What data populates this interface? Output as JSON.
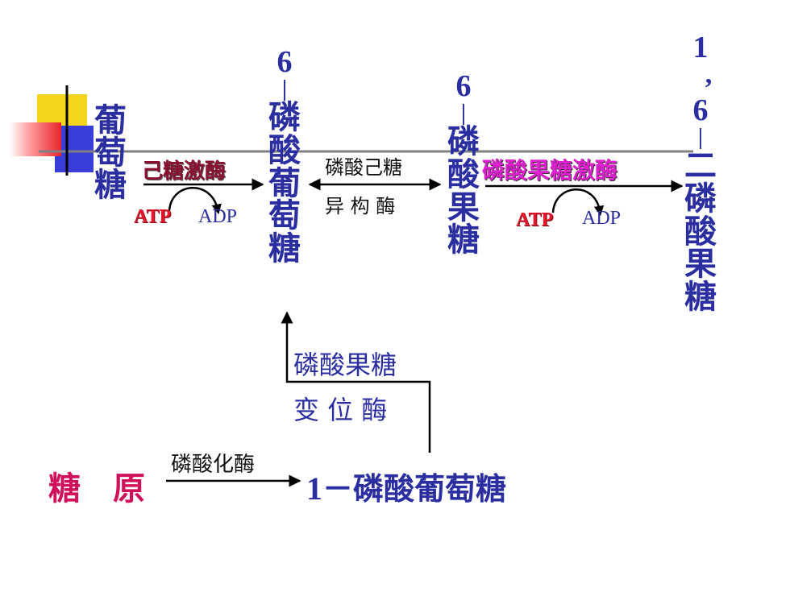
{
  "glucose": "葡萄糖",
  "g6p": {
    "num": "6",
    "dash": "-",
    "name": "磷酸葡萄糖"
  },
  "f6p": {
    "num": "6",
    "dash": "-",
    "name": "磷酸果糖"
  },
  "fbp": {
    "num1": "1",
    "comma": ",",
    "num2": "6",
    "dash": "-",
    "name": "二磷酸果糖"
  },
  "hexokinase": "己糖激酶",
  "isomerase": {
    "line1": "磷酸己糖",
    "line2": "异 构 酶"
  },
  "pfk": "磷酸果糖激酶",
  "atp1": "ATP",
  "adp1": "ADP",
  "atp2": "ATP",
  "adp2": "ADP",
  "mutase": {
    "line1": "磷酸果糖",
    "line2": "变 位 酶"
  },
  "glycogen": "糖　原",
  "phosphorylase": "磷酸化酶",
  "g1p": {
    "num": "1",
    "rest": "－磷酸葡萄糖"
  },
  "colors": {
    "blue": "#2a2ea0",
    "red": "#e8162b",
    "magenta": "#e020d0",
    "darkred": "#8a1030",
    "crimson": "#d0105a"
  }
}
